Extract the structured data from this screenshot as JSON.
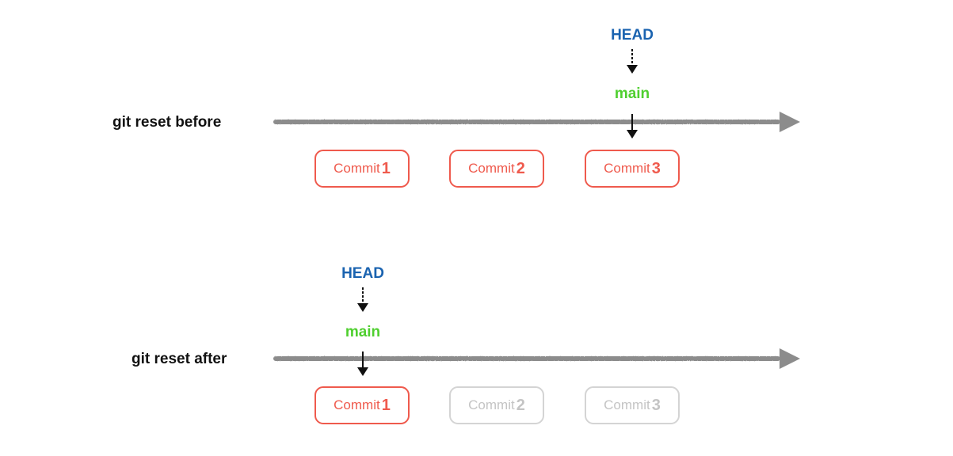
{
  "rows": [
    {
      "label": "git reset before",
      "head_label": "HEAD",
      "branch_label": "main",
      "commits": [
        {
          "prefix": "Commit",
          "number": "1",
          "state": "active"
        },
        {
          "prefix": "Commit",
          "number": "2",
          "state": "active"
        },
        {
          "prefix": "Commit",
          "number": "3",
          "state": "active"
        }
      ]
    },
    {
      "label": "git reset after",
      "head_label": "HEAD",
      "branch_label": "main",
      "commits": [
        {
          "prefix": "Commit",
          "number": "1",
          "state": "active"
        },
        {
          "prefix": "Commit",
          "number": "2",
          "state": "faded"
        },
        {
          "prefix": "Commit",
          "number": "3",
          "state": "faded"
        }
      ]
    }
  ],
  "colors": {
    "commit_active": "#ef5a4d",
    "commit_faded": "#c4c4c4",
    "head": "#1a63b0",
    "branch": "#4fcf2f",
    "timeline": "#8c8c8c"
  }
}
